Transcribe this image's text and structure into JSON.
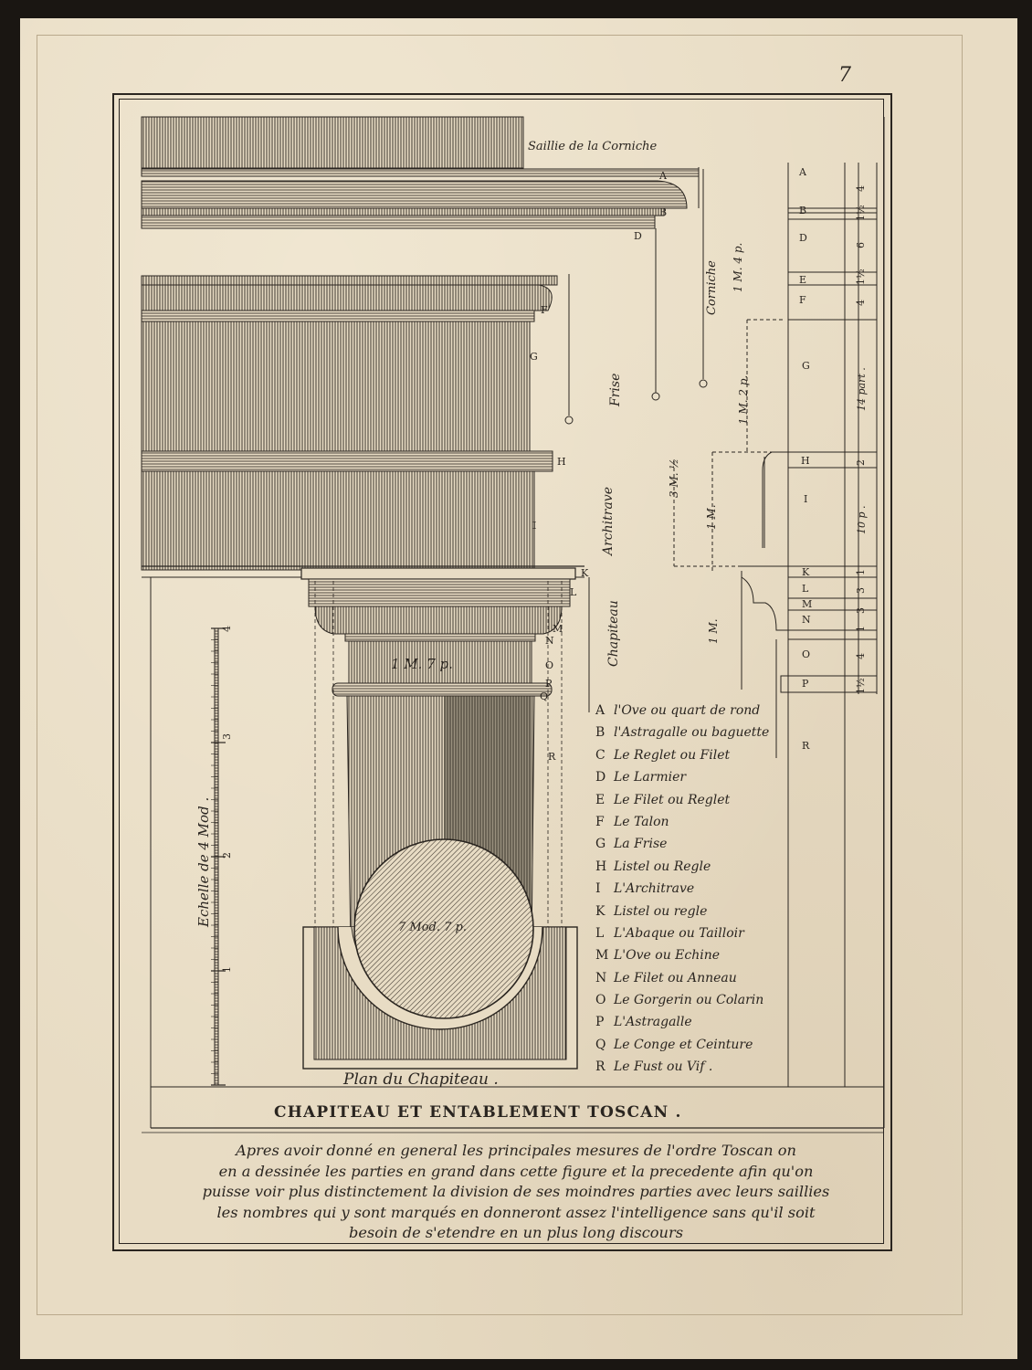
{
  "page_number": "7",
  "title": "CHAPITEAU ET ENTABLEMENT TOSCAN .",
  "labels": {
    "saillie": "Saillie de la Corniche",
    "corniche": "Corniche",
    "frise": "Frise",
    "architrave": "Architrave",
    "chapiteau": "Chapiteau",
    "plan": "Plan du Chapiteau .",
    "echelle": "Echelle de 4 Mod .",
    "column_measure": "1 M. 7 p.",
    "plan_measure": "7 Mod. 7 p.",
    "part_14": "14 part .",
    "part_10": "10 p .",
    "m_1_4": "1 M. 4 p.",
    "m_1_2": "1 M. 2 p.",
    "m_3_half": "3 M. ½",
    "m_1_a": "1 M.",
    "m_1_b": "1 M."
  },
  "scale_ticks": [
    "1",
    "2",
    "3",
    "4"
  ],
  "legend": [
    {
      "letter": "A",
      "text": "l'Ove ou quart de rond"
    },
    {
      "letter": "B",
      "text": "l'Astragalle ou baguette"
    },
    {
      "letter": "C",
      "text": "Le Reglet ou Filet"
    },
    {
      "letter": "D",
      "text": "Le Larmier"
    },
    {
      "letter": "E",
      "text": "Le Filet ou Reglet"
    },
    {
      "letter": "F",
      "text": "Le Talon"
    },
    {
      "letter": "G",
      "text": "La Frise"
    },
    {
      "letter": "H",
      "text": "Listel ou Regle"
    },
    {
      "letter": "I",
      "text": "L'Architrave"
    },
    {
      "letter": "K",
      "text": "Listel ou regle"
    },
    {
      "letter": "L",
      "text": "L'Abaque ou Tailloir"
    },
    {
      "letter": "M",
      "text": "L'Ove ou Echine"
    },
    {
      "letter": "N",
      "text": "Le Filet ou Anneau"
    },
    {
      "letter": "O",
      "text": "Le Gorgerin ou Colarin"
    },
    {
      "letter": "P",
      "text": "L'Astragalle"
    },
    {
      "letter": "Q",
      "text": "Le Conge et Ceinture"
    },
    {
      "letter": "R",
      "text": "Le Fust ou Vif ."
    }
  ],
  "description_lines": [
    "Apres avoir donné en general les principales mesures de l'ordre Toscan on",
    "en a dessinée les parties en grand dans cette figure et la precedente afin qu'on",
    "puisse voir plus distinctement la division de ses moindres parties avec leurs saillies",
    "les nombres qui y sont marqués en donneront assez l'intelligence sans qu'il soit",
    "besoin de s'etendre en un plus long discours"
  ],
  "right_table": [
    {
      "letter": "A",
      "value": "4"
    },
    {
      "letter": "B",
      "value": "1½"
    },
    {
      "letter": "D",
      "value": "6"
    },
    {
      "letter": "E",
      "value": "1½"
    },
    {
      "letter": "F",
      "value": "4"
    },
    {
      "letter": "G",
      "value": "14 part ."
    },
    {
      "letter": "H",
      "value": "2"
    },
    {
      "letter": "I",
      "value": "10 p ."
    },
    {
      "letter": "K",
      "value": "1"
    },
    {
      "letter": "L",
      "value": "3"
    },
    {
      "letter": "M",
      "value": "3"
    },
    {
      "letter": "N",
      "value": "1"
    },
    {
      "letter": "O",
      "value": "4"
    },
    {
      "letter": "P",
      "value": "1½"
    }
  ]
}
